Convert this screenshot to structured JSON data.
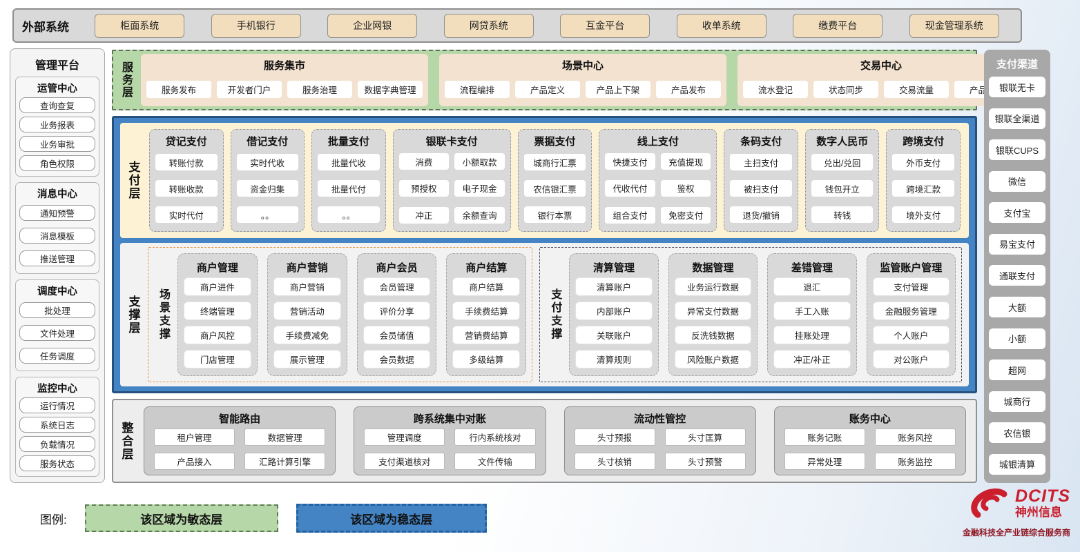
{
  "external": {
    "label": "外部系统",
    "systems": [
      "柜面系统",
      "手机银行",
      "企业网银",
      "网贷系统",
      "互金平台",
      "收单系统",
      "缴费平台",
      "现金管理系统"
    ]
  },
  "management": {
    "title": "管理平台",
    "groups": [
      {
        "title": "运管中心",
        "items": [
          "查询查复",
          "业务报表",
          "业务审批",
          "角色权限"
        ]
      },
      {
        "title": "消息中心",
        "items": [
          "通知预警",
          "消息模板",
          "推送管理"
        ]
      },
      {
        "title": "调度中心",
        "items": [
          "批处理",
          "文件处理",
          "任务调度"
        ]
      },
      {
        "title": "监控中心",
        "items": [
          "运行情况",
          "系统日志",
          "负载情况",
          "服务状态"
        ]
      }
    ]
  },
  "service_layer": {
    "label": "服务层",
    "groups": [
      {
        "title": "服务集市",
        "items": [
          "服务发布",
          "开发者门户",
          "服务治理",
          "数据字典管理"
        ]
      },
      {
        "title": "场景中心",
        "items": [
          "流程编排",
          "产品定义",
          "产品上下架",
          "产品发布"
        ]
      },
      {
        "title": "交易中心",
        "items": [
          "流水登记",
          "状态同步",
          "交易流量",
          "产品收益"
        ]
      }
    ]
  },
  "payment_layer": {
    "label": "支付层",
    "columns": [
      {
        "title": "贷记支付",
        "items": [
          "转账付款",
          "转账收款",
          "实时代付"
        ]
      },
      {
        "title": "借记支付",
        "items": [
          "实时代收",
          "资金归集",
          "。。"
        ]
      },
      {
        "title": "批量支付",
        "items": [
          "批量代收",
          "批量代付",
          "。。"
        ]
      },
      {
        "title": "银联卡支付",
        "cols": 2,
        "items": [
          "消费",
          "小额取款",
          "预授权",
          "电子现金",
          "冲正",
          "余额查询"
        ]
      },
      {
        "title": "票据支付",
        "items": [
          "城商行汇票",
          "农信银汇票",
          "银行本票"
        ]
      },
      {
        "title": "线上支付",
        "cols": 2,
        "items": [
          "快捷支付",
          "充值提现",
          "代收代付",
          "鉴权",
          "组合支付",
          "免密支付"
        ]
      },
      {
        "title": "条码支付",
        "items": [
          "主扫支付",
          "被扫支付",
          "退货/撤销"
        ]
      },
      {
        "title": "数字人民币",
        "items": [
          "兑出/兑回",
          "钱包开立",
          "转钱"
        ]
      },
      {
        "title": "跨境支付",
        "items": [
          "外币支付",
          "跨境汇款",
          "境外支付"
        ]
      }
    ]
  },
  "support_layer": {
    "label": "支撑层",
    "scene": {
      "label": "场景支撑",
      "columns": [
        {
          "title": "商户管理",
          "items": [
            "商户进件",
            "终端管理",
            "商户风控",
            "门店管理"
          ]
        },
        {
          "title": "商户营销",
          "items": [
            "商户营销",
            "营销活动",
            "手续费减免",
            "展示管理"
          ]
        },
        {
          "title": "商户会员",
          "items": [
            "会员管理",
            "评价分享",
            "会员储值",
            "会员数据"
          ]
        },
        {
          "title": "商户结算",
          "items": [
            "商户结算",
            "手续费结算",
            "营销费结算",
            "多级结算"
          ]
        }
      ]
    },
    "pay": {
      "label": "支付支撑",
      "columns": [
        {
          "title": "清算管理",
          "items": [
            "清算账户",
            "内部账户",
            "关联账户",
            "清算规则"
          ]
        },
        {
          "title": "数据管理",
          "items": [
            "业务运行数据",
            "异常支付数据",
            "反洗钱数据",
            "风险账户数据"
          ]
        },
        {
          "title": "差错管理",
          "items": [
            "退汇",
            "手工入账",
            "挂账处理",
            "冲正/补正"
          ]
        },
        {
          "title": "监管账户管理",
          "items": [
            "支付管理",
            "金融服务管理",
            "个人账户",
            "对公账户"
          ]
        }
      ]
    }
  },
  "integration_layer": {
    "label": "整合层",
    "groups": [
      {
        "title": "智能路由",
        "cols": 2,
        "items": [
          "租户管理",
          "数据管理",
          "产品接入",
          "汇路计算引擎"
        ]
      },
      {
        "title": "跨系统集中对账",
        "cols": 2,
        "items": [
          "管理调度",
          "行内系统核对",
          "支付渠道核对",
          "文件传输"
        ]
      },
      {
        "title": "流动性管控",
        "cols": 2,
        "items": [
          "头寸预报",
          "头寸匡算",
          "头寸核销",
          "头寸预警"
        ]
      },
      {
        "title": "账务中心",
        "cols": 2,
        "items": [
          "账务记账",
          "账务风控",
          "异常处理",
          "账务监控"
        ]
      }
    ]
  },
  "channels": {
    "title": "支付渠道",
    "items": [
      "银联无卡",
      "银联全渠道",
      "银联CUPS",
      "微信",
      "支付宝",
      "易宝支付",
      "通联支付",
      "大额",
      "小额",
      "超网",
      "城商行",
      "农信银",
      "城银清算"
    ]
  },
  "legend": {
    "label": "图例:",
    "agile": "该区域为敏态层",
    "stable": "该区域为稳态层"
  },
  "logo": {
    "brand": "DCITS",
    "name": "神州信息",
    "tagline": "金融科技全产业链综合服务商"
  },
  "colors": {
    "agile_green": "#b6d7a8",
    "stable_blue": "#4484c4",
    "beige_button": "#f2debd",
    "service_group_beige": "#f3e2d0",
    "payment_cream": "#fdf3d4",
    "panel_gray": "#d9d9d9",
    "channel_gray": "#a8a8a8",
    "scene_dash_orange": "#e69138",
    "brand_red": "#cc1f2e"
  }
}
